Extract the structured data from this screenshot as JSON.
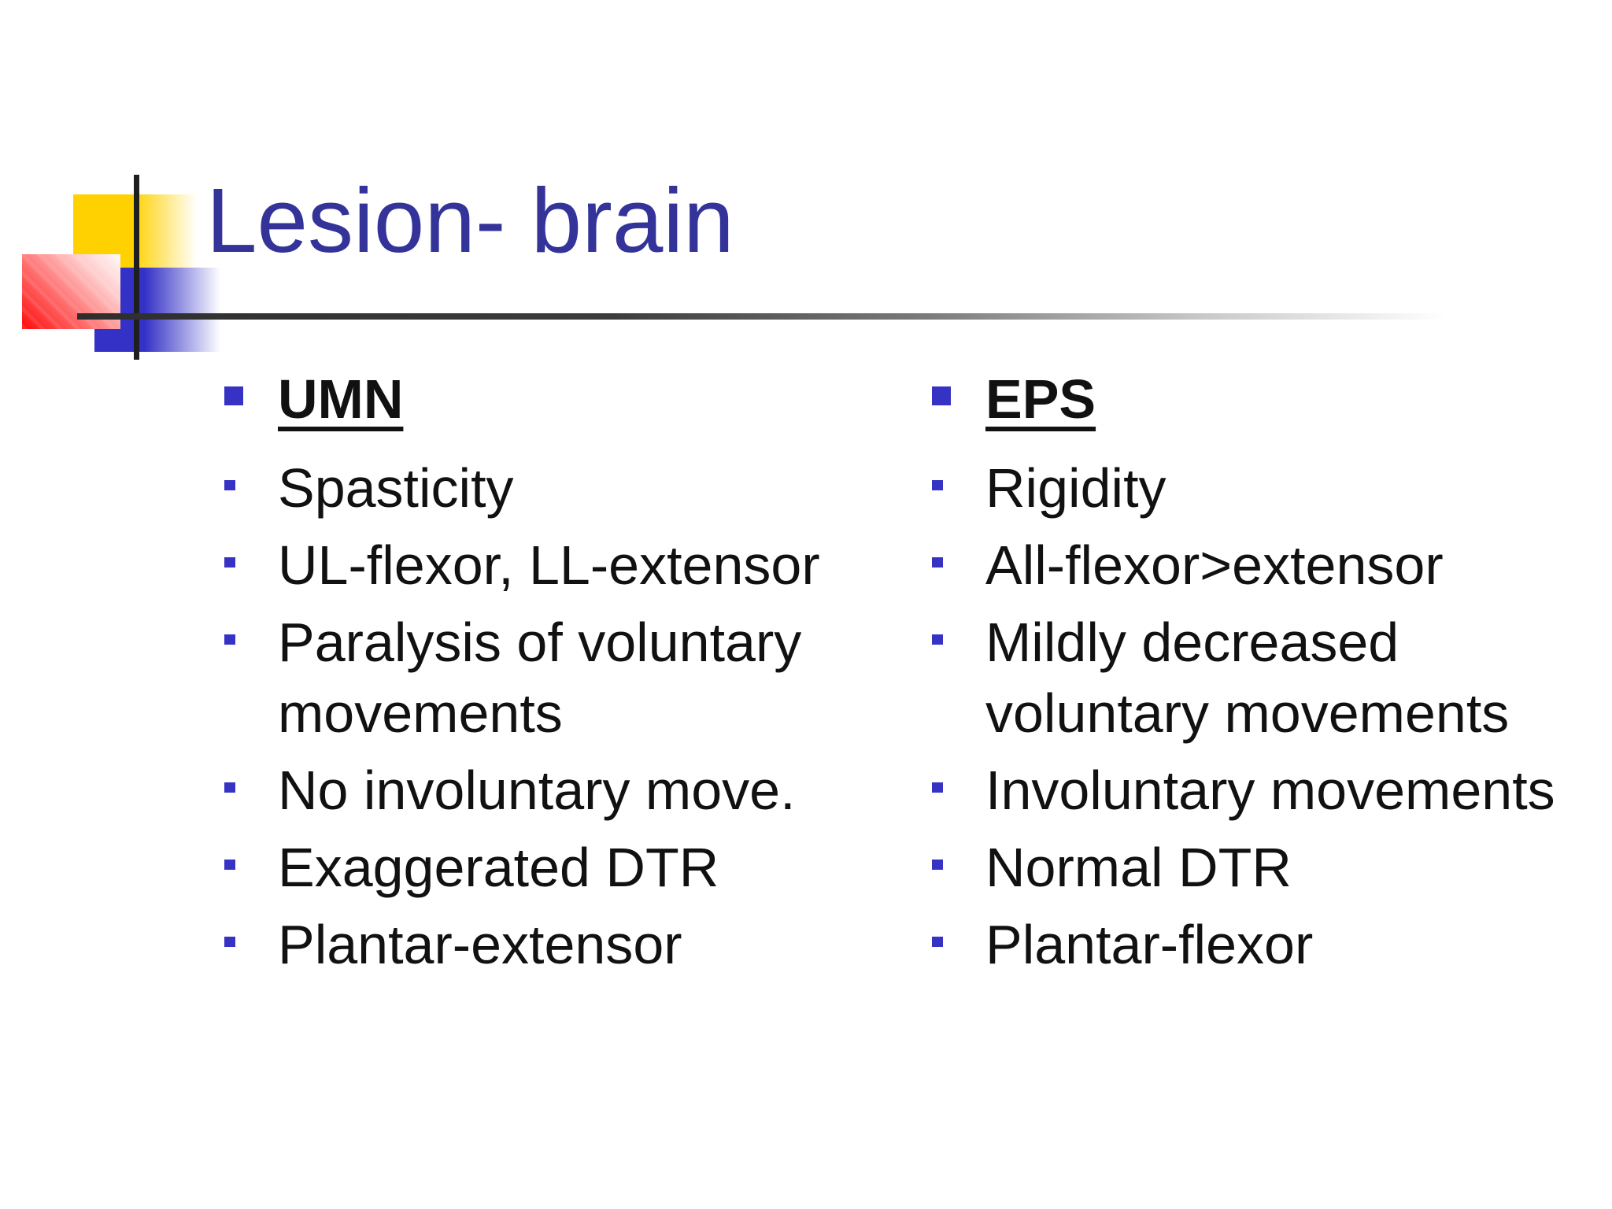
{
  "slide": {
    "title": "Lesion- brain",
    "columns": [
      {
        "heading": "UMN",
        "items": [
          "Spasticity",
          "UL-flexor, LL-extensor",
          "Paralysis of voluntary\nmovements",
          "No involuntary move.",
          "Exaggerated DTR",
          "Plantar-extensor"
        ]
      },
      {
        "heading": "EPS",
        "items": [
          "Rigidity",
          "All-flexor>extensor",
          "Mildly decreased\nvoluntary movements",
          "Involuntary movements",
          "Normal DTR",
          "Plantar-flexor"
        ]
      }
    ],
    "colors": {
      "title_text": "#333399",
      "body_text": "#111111",
      "bullet_blue": "#3532c4",
      "accent_yellow": "#ffd100",
      "accent_blue": "#3431c6",
      "accent_red": "#ff0a0a",
      "rule_gray": "#3c3c3c"
    }
  }
}
